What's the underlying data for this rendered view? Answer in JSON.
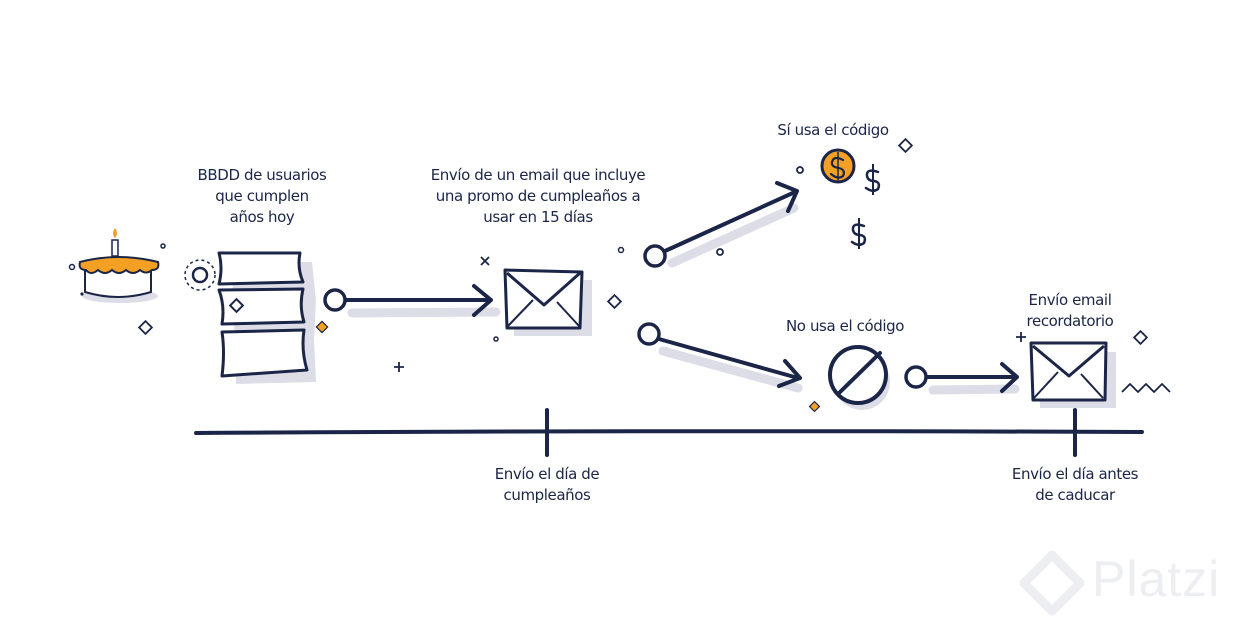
{
  "labels": {
    "bbdd": "BBDD de usuarios\nque cumplen\naños hoy",
    "email_promo": "Envío de un email que incluye\nuna promo de cumpleaños a\nusar en 15 días",
    "uses_code": "Sí usa el código",
    "not_uses_code": "No usa el código",
    "reminder_email": "Envío email\nrecordatorio",
    "timeline_birthday": "Envío el día de\ncumpleaños",
    "timeline_before_expire": "Envío el día antes\nde caducar"
  },
  "watermark": "Platzi",
  "colors": {
    "ink": "#1b2547",
    "accent": "#f4a024",
    "shadow": "#dcdde6"
  },
  "icons": [
    "birthday-cake-icon",
    "database-stack-icon",
    "envelope-icon",
    "coin-dollar-icon",
    "dollar-sign-icon",
    "prohibited-icon",
    "platzi-logo-icon"
  ]
}
